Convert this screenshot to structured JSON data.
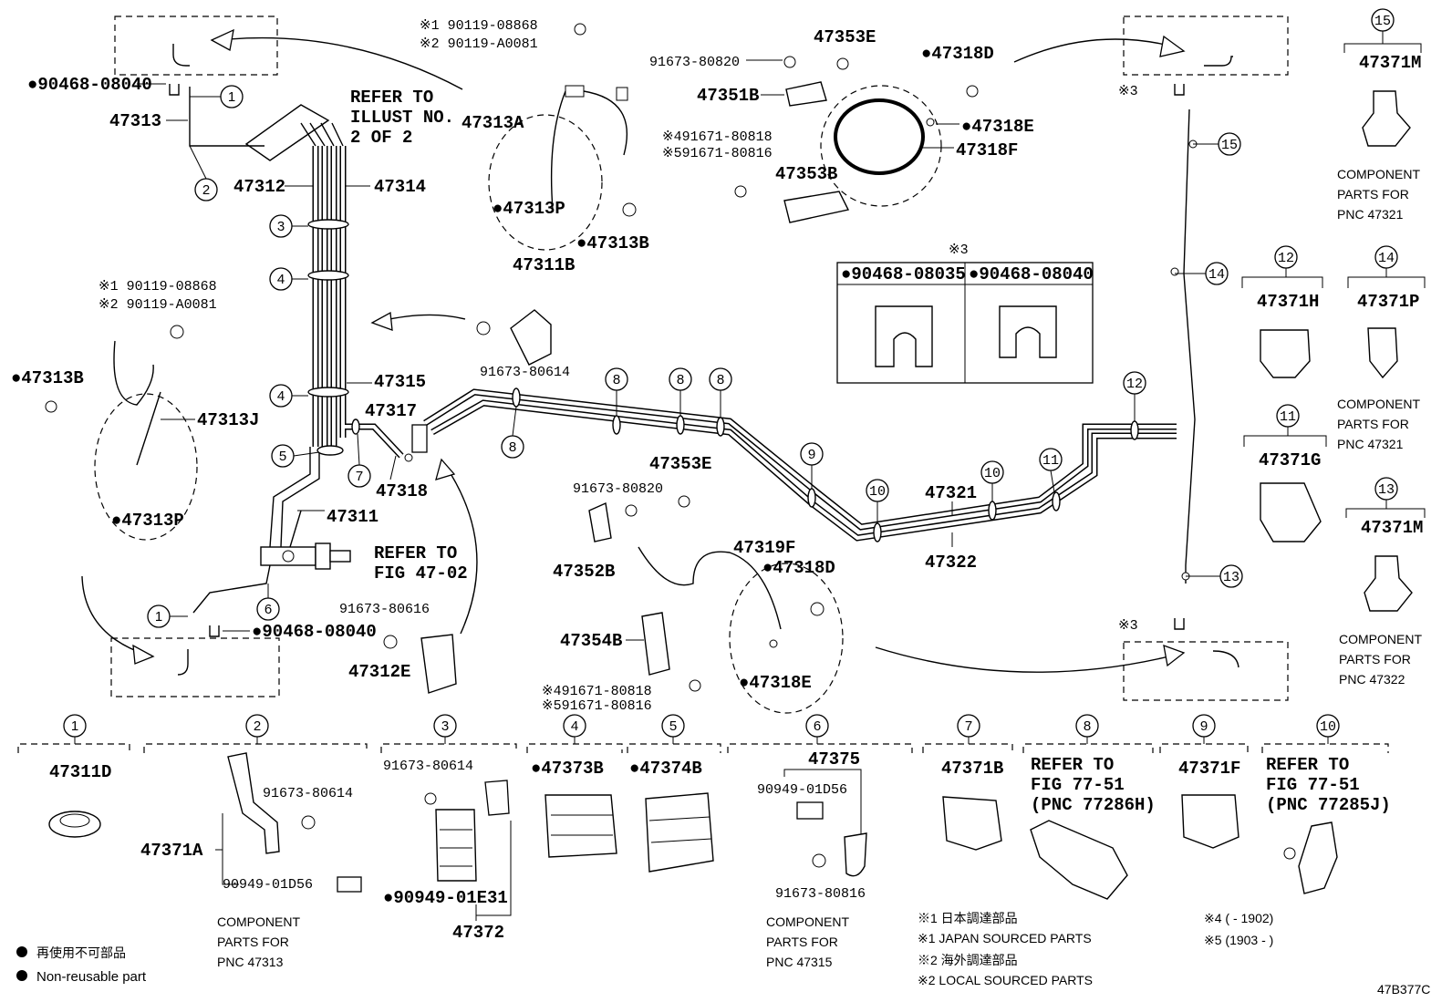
{
  "diagram_id": "47B377C",
  "callouts": [
    "1",
    "2",
    "3",
    "4",
    "5",
    "6",
    "7",
    "8",
    "9",
    "10",
    "11",
    "12",
    "13",
    "14",
    "15"
  ],
  "labels": {
    "p90468_08040_top": "90468-08040",
    "p47313": "47313",
    "p47312": "47312",
    "p47314": "47314",
    "refer_illust_1": "REFER TO",
    "refer_illust_2": "ILLUST NO.",
    "refer_illust_3": "2 OF 2",
    "p47313A": "47313A",
    "p47313P_a": "47313P",
    "p47313B_a": "47313B",
    "p47311B": "47311B",
    "p91673_80614_a": "91673-80614",
    "note1_90119": "90119-08868",
    "note2_90119": "90119-A0081",
    "note1_90119_b": "90119-08868",
    "note2_90119_b": "90119-A0081",
    "p47313B_b": "47313B",
    "p47313J": "47313J",
    "p47313P_b": "47313P",
    "p47315": "47315",
    "p47317": "47317",
    "p47318": "47318",
    "p47311": "47311",
    "refer_fig_1": "REFER TO",
    "refer_fig_2": "FIG 47-02",
    "p91673_80616": "91673-80616",
    "p90468_08040_bot": "90468-08040",
    "p47312E": "47312E",
    "p91673_80820_top": "91673-80820",
    "p47351B": "47351B",
    "p47353E_top": "47353E",
    "note4_91671": "491671-80818",
    "note5_91671": "591671-80816",
    "p47353B": "47353B",
    "p47318D_top": "47318D",
    "p47318E_top": "47318E",
    "p47318F": "47318F",
    "note3": "3",
    "table_note": "3",
    "table_col1": "90468-08035",
    "table_col2": "90468-08040",
    "p91673_80820_mid": "91673-80820",
    "p47353E_mid": "47353E",
    "p47352B": "47352B",
    "p47319F": "47319F",
    "p47354B": "47354B",
    "p47318D_mid": "47318D",
    "p47318E_mid": "47318E",
    "note4_91671_b": "491671-80818",
    "note5_91671_b": "591671-80816",
    "p47321": "47321",
    "p47322": "47322",
    "p47371M_top": "47371M",
    "comp_47321_a1": "COMPONENT",
    "comp_47321_a2": "PARTS FOR",
    "comp_47321_a3": "PNC 47321",
    "p47371H": "47371H",
    "p47371P": "47371P",
    "comp_47321_b1": "COMPONENT",
    "comp_47321_b2": "PARTS FOR",
    "comp_47321_b3": "PNC 47321",
    "p47371G": "47371G",
    "p47371M_bot": "47371M",
    "comp_47322_1": "COMPONENT",
    "comp_47322_2": "PARTS FOR",
    "comp_47322_3": "PNC 47322"
  },
  "bottom": {
    "b1_part": "47311D",
    "b2_91673": "91673-80614",
    "b2_47371A": "47371A",
    "b2_90949": "90949-01D56",
    "b2_comp1": "COMPONENT",
    "b2_comp2": "PARTS FOR",
    "b2_comp3": "PNC 47313",
    "b3_91673": "91673-80614",
    "b3_90949": "90949-01E31",
    "b3_47372": "47372",
    "b4_part": "47373B",
    "b5_part": "47374B",
    "b6_47375": "47375",
    "b6_90949": "90949-01D56",
    "b6_91673": "91673-80816",
    "b6_comp1": "COMPONENT",
    "b6_comp2": "PARTS FOR",
    "b6_comp3": "PNC 47315",
    "b7_part": "47371B",
    "b8_1": "REFER TO",
    "b8_2": "FIG 77-51",
    "b8_3": "(PNC 77286H)",
    "b9_part": "47371F",
    "b10_1": "REFER TO",
    "b10_2": "FIG 77-51",
    "b10_3": "(PNC 77285J)"
  },
  "notes": {
    "n1_jp": "※1 日本調達部品",
    "n1_en": "※1 JAPAN SOURCED PARTS",
    "n2_jp": "※2 海外調達部品",
    "n2_en": "※2 LOCAL SOURCED PARTS",
    "n4": "※4 (       - 1902)",
    "n5": "※5 (1903 -      )"
  },
  "legend": {
    "jp": "再使用不可部品",
    "en": "Non-reusable part"
  }
}
